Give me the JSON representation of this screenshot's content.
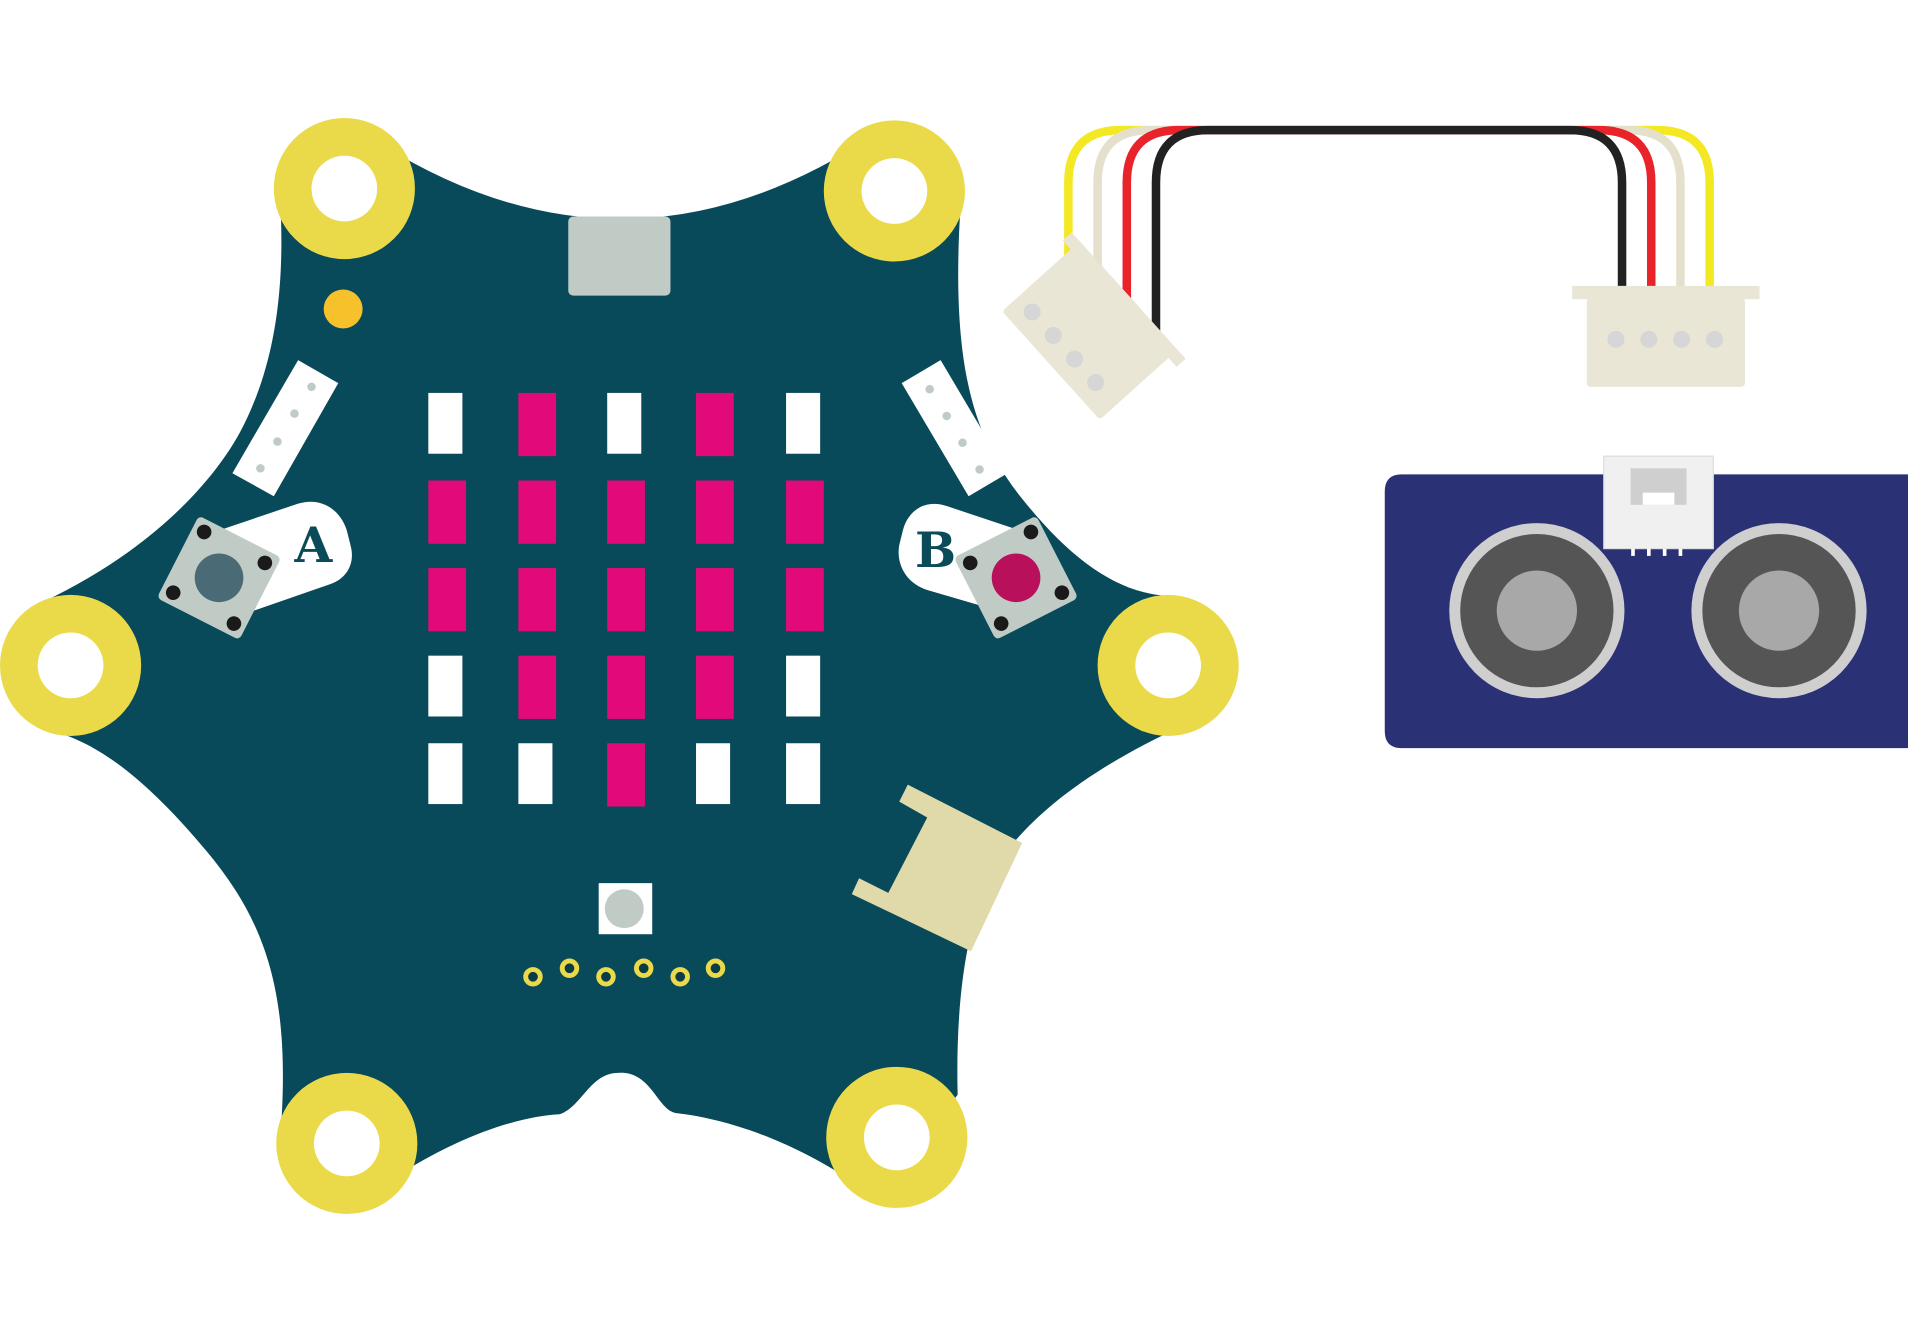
{
  "board": {
    "button_a_label": "A",
    "button_b_label": "B",
    "led_matrix": [
      [
        0,
        1,
        0,
        1,
        0
      ],
      [
        1,
        1,
        1,
        1,
        1
      ],
      [
        1,
        1,
        1,
        1,
        1
      ],
      [
        0,
        1,
        1,
        1,
        0
      ],
      [
        0,
        0,
        1,
        0,
        0
      ]
    ]
  },
  "colors": {
    "board": "#08495a",
    "pad": "#eada4a",
    "led_on": "#e20a7a",
    "led_off": "#ffffff",
    "sensor": "#2b3175",
    "wire_yellow": "#f4e823",
    "wire_cream": "#e4e0cc",
    "wire_red": "#e8232a",
    "wire_black": "#222222"
  }
}
